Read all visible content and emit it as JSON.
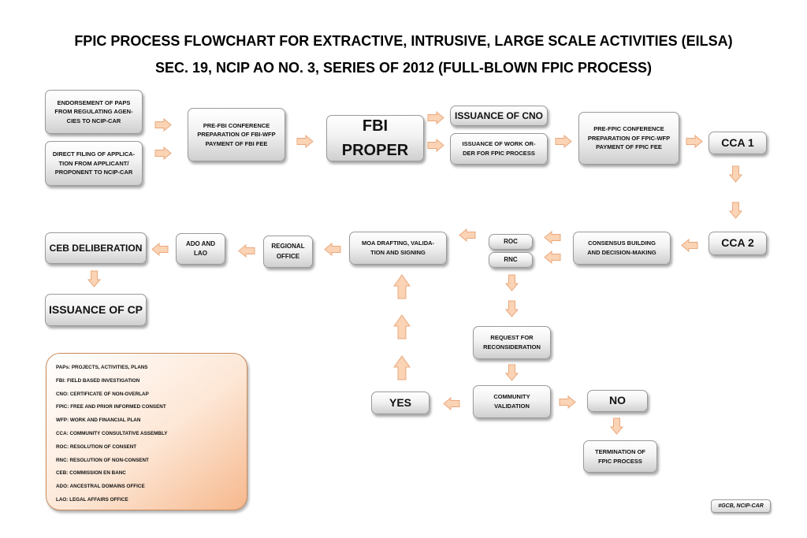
{
  "title": {
    "line1": "FPIC PROCESS FLOWCHART FOR EXTRACTIVE, INTRUSIVE, LARGE SCALE ACTIVITIES (EILSA)",
    "line2": "SEC. 19, NCIP AO NO. 3, SERIES OF 2012 (FULL-BLOWN FPIC PROCESS)"
  },
  "nodes": {
    "endorsement": "ENDORSEMENT OF PAPS\nFROM REGULATING AGEN-\nCIES TO NCIP-CAR",
    "direct_filing": "DIRECT FILING OF APPLICA-\nTION FROM APPLICANT/\nPROPONENT TO NCIP-CAR",
    "pre_fbi": "PRE-FBI CONFERENCE\nPREPARATION OF FBI-WFP\nPAYMENT OF FBI FEE",
    "fbi_proper": "FBI PROPER",
    "issuance_cno": "ISSUANCE OF CNO",
    "work_order": "ISSUANCE OF WORK OR-\nDER FOR FPIC PROCESS",
    "pre_fpic": "PRE-FPIC CONFERENCE\nPREPARATION OF FPIC-WFP\nPAYMENT OF FPIC FEE",
    "cca1": "CCA 1",
    "cca2": "CCA 2",
    "consensus": "CONSENSUS BUILDING\nAND DECISION-MAKING",
    "roc": "ROC",
    "rnc": "RNC",
    "moa": "MOA DRAFTING, VALIDA-\nTION AND SIGNING",
    "regional_office": "REGIONAL\nOFFICE",
    "ado_lao": "ADO AND\nLAO",
    "ceb": "CEB DELIBERATION",
    "issuance_cp": "ISSUANCE OF CP",
    "reconsideration": "REQUEST FOR\nRECONSIDERATION",
    "community_validation": "COMMUNITY\nVALIDATION",
    "yes": "YES",
    "no": "NO",
    "termination": "TERMINATION OF\nFPIC PROCESS"
  },
  "legend": [
    "PAPs: PROJECTS, ACTIVITIES, PLANS",
    "FBI: FIELD BASED INVESTIGATION",
    "CNO: CERTIFICATE OF NON-OVERLAP",
    "FPIC: FREE AND PRIOR INFORMED CONSENT",
    "WFP: WORK AND FINANCIAL PLAN",
    "CCA: COMMUNITY CONSULTATIVE ASSEMBLY",
    "ROC: RESOLUTION OF CONSENT",
    "RNC: RESOLUTION OF NON-CONSENT",
    "CEB: COMMISSION EN BANC",
    "ADO: ANCESTRAL DOMAINS OFFICE",
    "LAO: LEGAL AFFAIRS OFFICE"
  ],
  "credit": "#GCB, NCIP-CAR",
  "colors": {
    "arrow_fill": "#fbd3b5",
    "arrow_stroke": "#e8a97c",
    "legend_fill": "#f6b88d",
    "box_fill": "#e6e6e6"
  }
}
